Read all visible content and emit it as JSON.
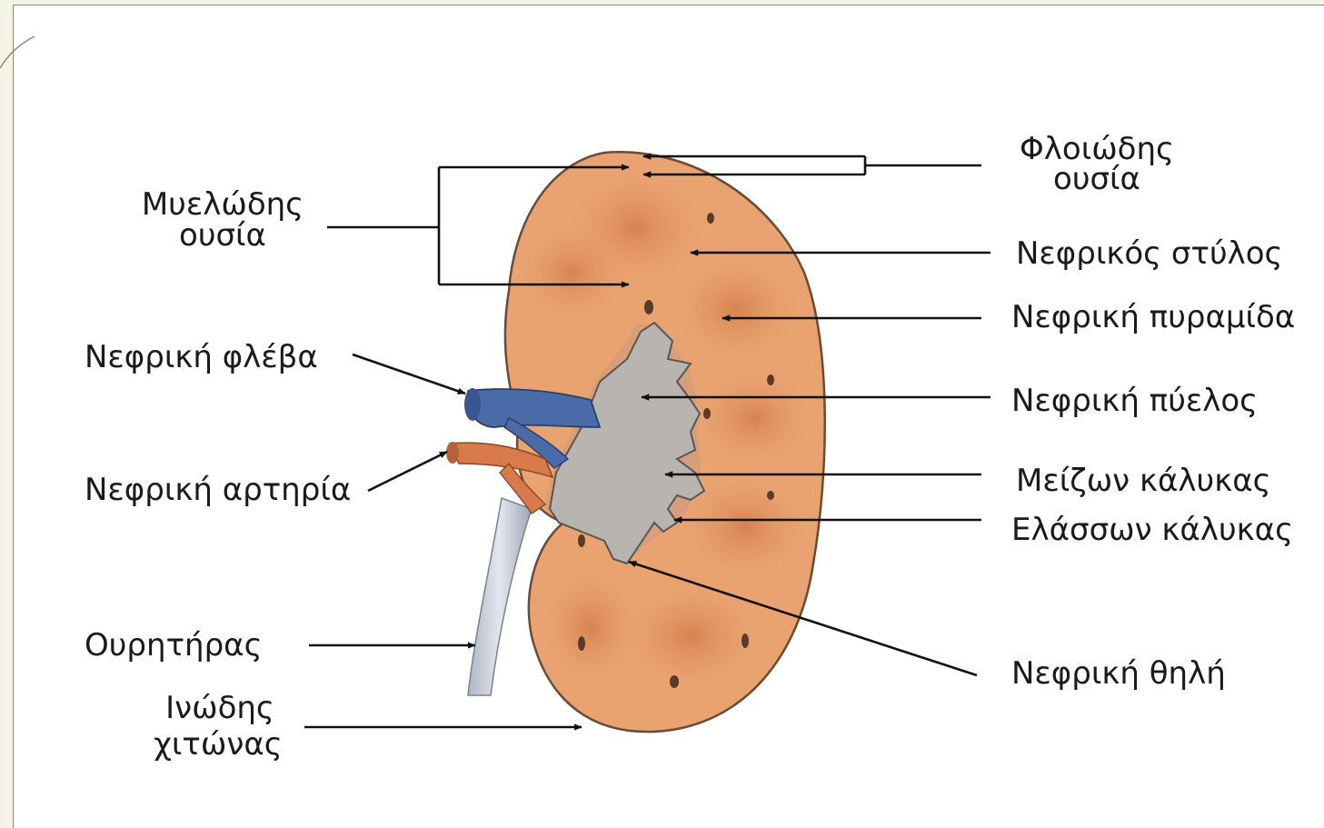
{
  "labels": {
    "medulla_l1": "Μυελώδης",
    "medulla_l2": "ουσία",
    "cortex_l1": "Φλοιώδης",
    "cortex_l2": "ουσία",
    "renal_column": "Νεφρικός στύλος",
    "renal_pyramid": "Νεφρική πυραμίδα",
    "renal_vein": "Νεφρική φλέβα",
    "renal_pelvis": "Νεφρική πύελος",
    "renal_artery": "Νεφρική αρτηρία",
    "major_calyx": "Μείζων κάλυκας",
    "minor_calyx": "Ελάσσων κάλυκας",
    "ureter": "Ουρητήρας",
    "renal_papilla": "Νεφρική θηλή",
    "capsule_l1": "Ινώδης",
    "capsule_l2": "χιτώνας"
  },
  "colors": {
    "cortex": "#e9a371",
    "pyramid": "#dc8a58",
    "pelvis": "#b8b4b0",
    "vein": "#4a6aa8",
    "artery": "#d87a4a",
    "ureter": "#c8ccd6"
  }
}
